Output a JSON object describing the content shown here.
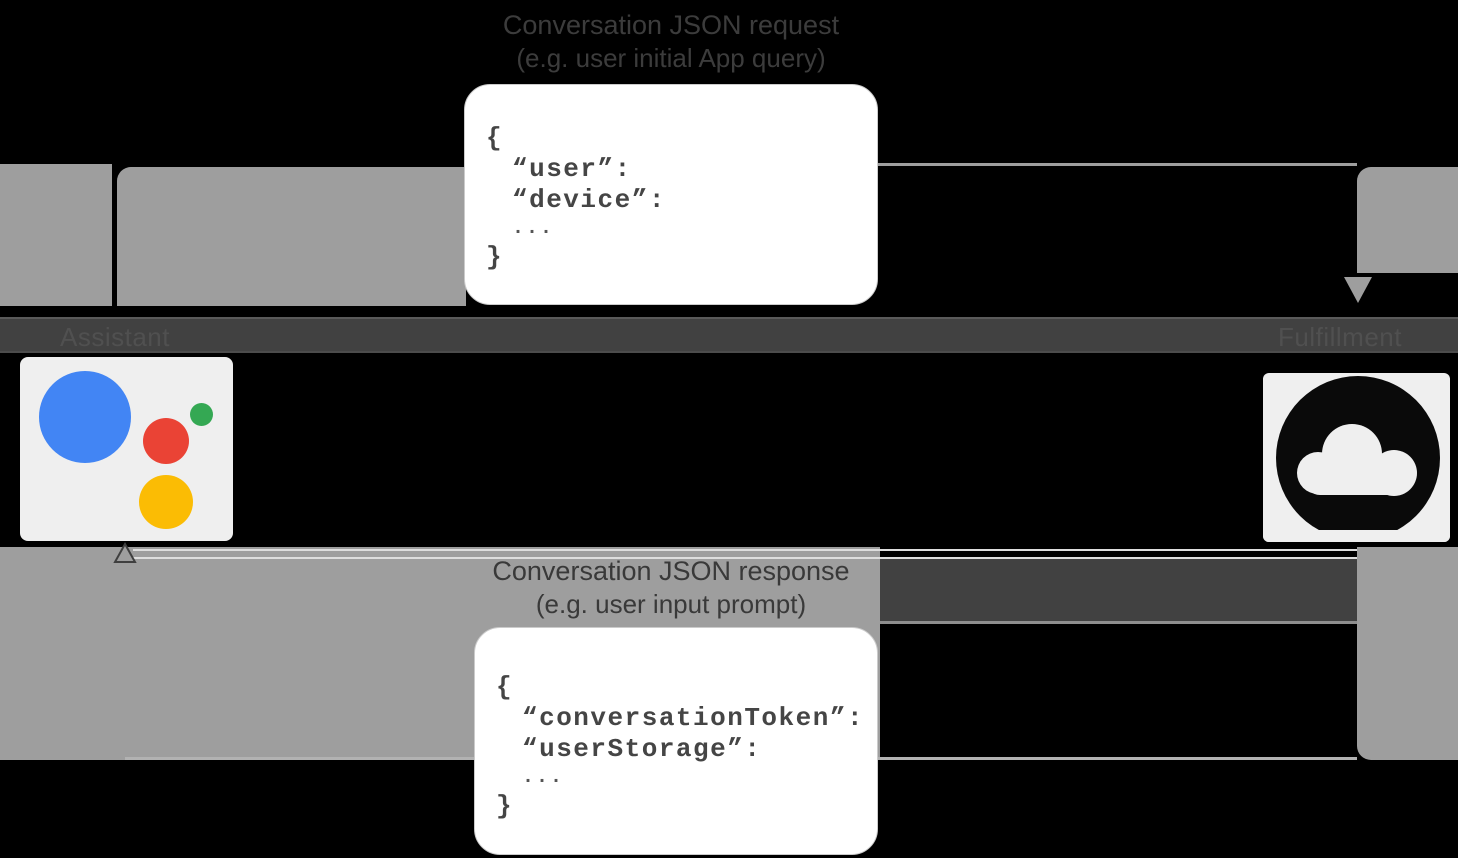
{
  "captions": {
    "request_line1": "Conversation JSON request",
    "request_line2": "(e.g. user initial App query)",
    "response_line1": "Conversation JSON response",
    "response_line2": "(e.g. user input prompt)"
  },
  "entities": {
    "assistant_label": "Assistant",
    "fulfillment_label": "Fulfillment"
  },
  "code_request": {
    "open_brace": "{",
    "line1": "“user”:",
    "line2": "“device”:",
    "ellipsis": "...",
    "close_brace": "}"
  },
  "code_response": {
    "open_brace": "{",
    "line1": "“conversationToken”:",
    "line2": "“userStorage”:",
    "ellipsis": "...",
    "close_brace": "}"
  },
  "icons": {
    "assistant_logo": "google-assistant-logo",
    "fulfillment_cloud": "cloud-icon",
    "request_arrowhead": "arrow-down",
    "response_arrowhead": "arrow-up"
  },
  "colors": {
    "background": "#000000",
    "arrow_gray": "#9e9e9e",
    "band_charcoal": "#414141",
    "caption_text": "#3c3c3c",
    "code_text": "#454545",
    "panel_light": "#efefef",
    "assistant_blue": "#4285f4",
    "assistant_red": "#ea4335",
    "assistant_green": "#34a853",
    "assistant_yellow": "#fbbc04"
  }
}
